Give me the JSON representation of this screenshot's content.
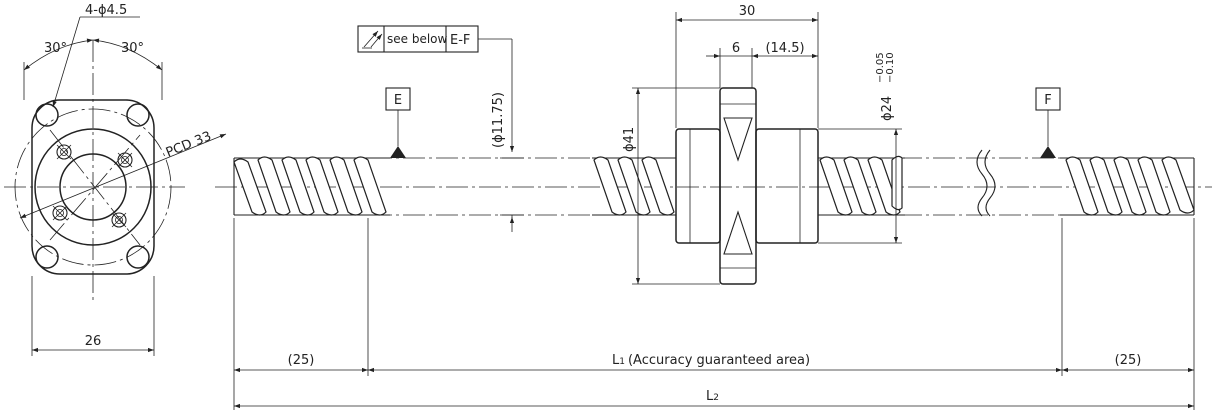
{
  "flange_view": {
    "hole_callout": "4-ϕ4.5",
    "angle_left": "30°",
    "angle_right": "30°",
    "pcd_label": "PCD 33",
    "width_dim": "26"
  },
  "shaft_view": {
    "tolerance_note": "see below",
    "datum_ref": "E-F",
    "datum_e": "E",
    "datum_f": "F",
    "nut_length": "30",
    "flange_thickness": "6",
    "flange_offset": "(14.5)",
    "flange_diameter": "ϕ41",
    "body_diameter": "ϕ24",
    "body_tol_upper": "−0.05",
    "body_tol_lower": "−0.10",
    "shaft_diameter": "(ϕ11.75)",
    "end_length_left": "(25)",
    "end_length_right": "(25)",
    "l1_symbol": "L",
    "l1_subscript": "1",
    "l1_caption": "(Accuracy guaranteed area)",
    "l2_symbol": "L",
    "l2_subscript": "2"
  }
}
